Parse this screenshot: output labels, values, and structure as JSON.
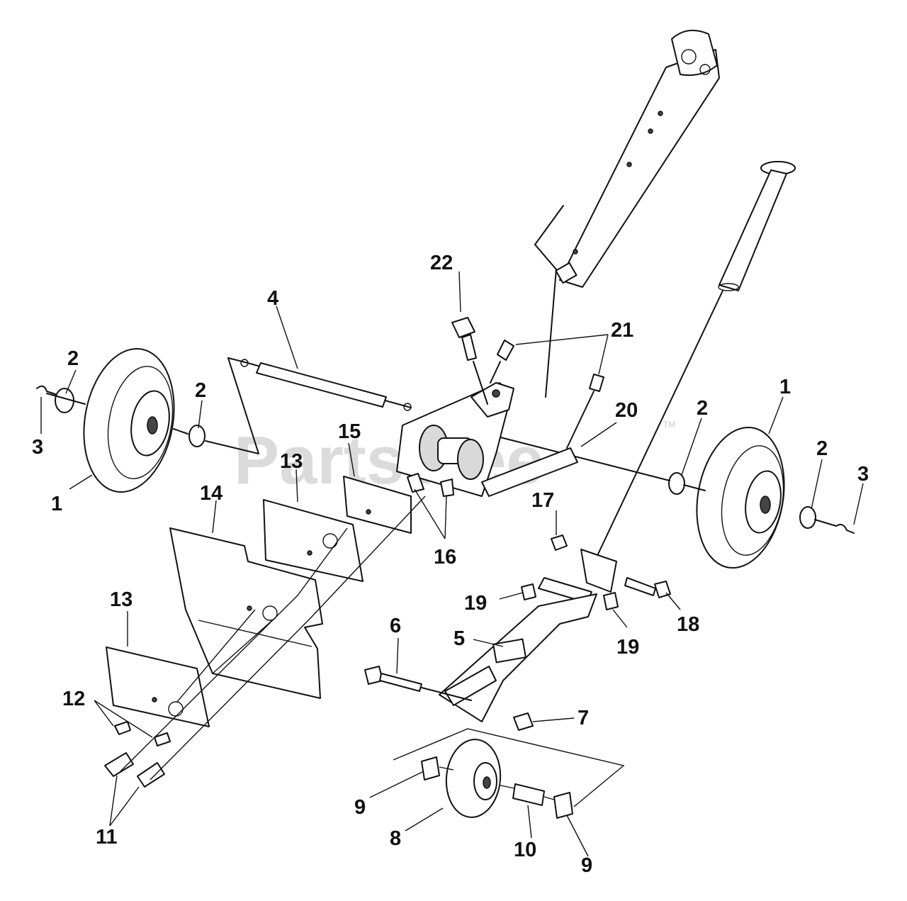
{
  "watermark": {
    "text": "PartsTree",
    "mark": "TM"
  },
  "callouts": [
    "1",
    "2",
    "3",
    "4",
    "5",
    "6",
    "7",
    "8",
    "9",
    "10",
    "11",
    "12",
    "13",
    "14",
    "15",
    "16",
    "17",
    "18",
    "19",
    "20",
    "21",
    "22"
  ],
  "colors": {
    "ink": "#111111",
    "watermark": "#d0d0d0"
  }
}
